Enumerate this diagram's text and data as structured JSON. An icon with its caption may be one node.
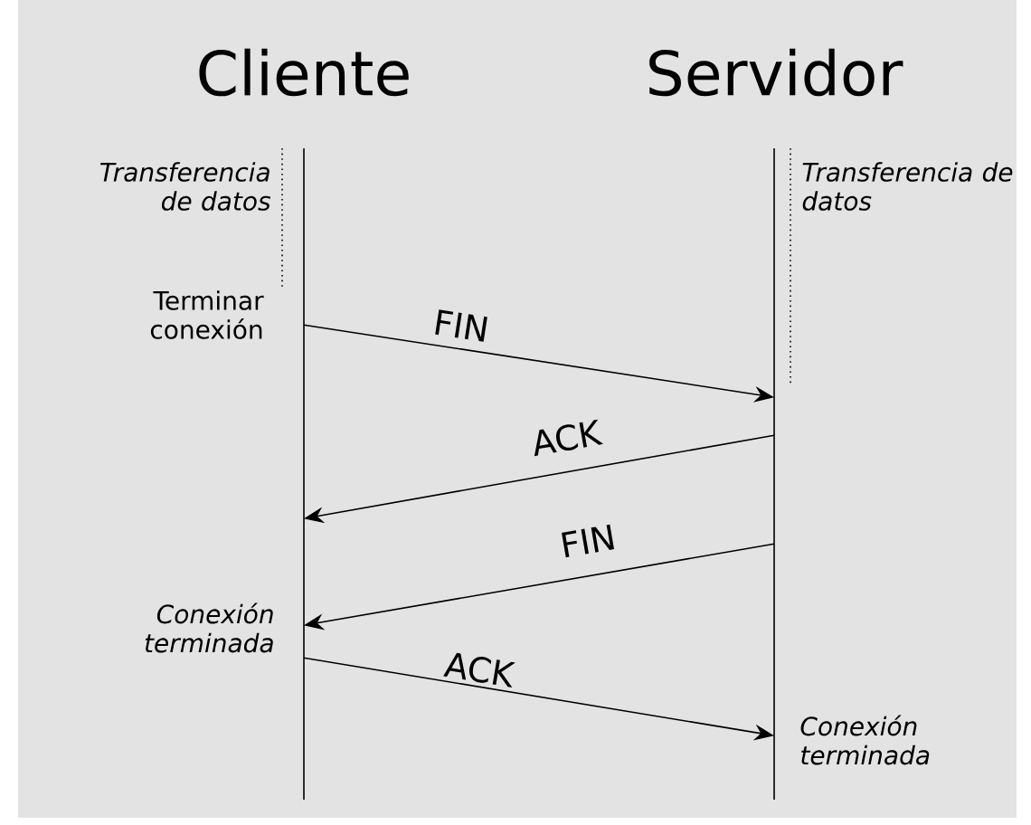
{
  "diagram": {
    "nodes": [
      {
        "text": [
          "Cliente"
        ]
      },
      {
        "text": [
          "Servidor"
        ]
      }
    ],
    "edges": [
      {
        "from": 0,
        "to": 1,
        "arrow": "to",
        "label": "FIN"
      },
      {
        "from": 1,
        "to": 0,
        "arrow": "to",
        "label": "ACK"
      },
      {
        "from": 1,
        "to": 0,
        "arrow": "to",
        "label": "FIN"
      },
      {
        "from": 0,
        "to": 1,
        "arrow": "to",
        "label": "ACK"
      }
    ],
    "labels": [
      "Transferencia de datos",
      "Transferencia de datos",
      "Terminar conexión",
      "Conexión terminada",
      "Conexión terminada"
    ]
  }
}
